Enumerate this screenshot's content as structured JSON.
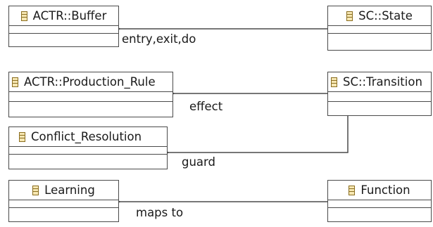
{
  "classes": {
    "actr_buffer": "ACTR::Buffer",
    "sc_state": "SC::State",
    "actr_production_rule": "ACTR::Production_Rule",
    "sc_transition": "SC::Transition",
    "conflict_resolution": "Conflict_Resolution",
    "learning": "Learning",
    "function": "Function"
  },
  "associations": {
    "state_to_buffer": "entry,exit,do",
    "transition_to_production": "effect",
    "transition_to_conflict": "guard",
    "function_to_learning": "maps to"
  },
  "colors": {
    "line": "#4a4a4a",
    "icon_fill": "#f6e7b3",
    "icon_stroke": "#8a6d1f"
  }
}
